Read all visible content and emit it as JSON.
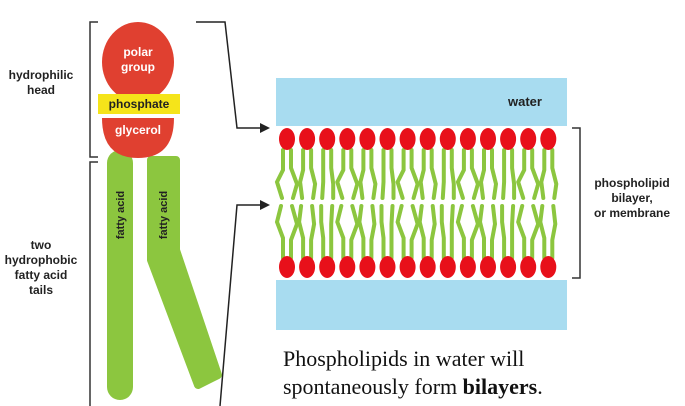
{
  "labels": {
    "hydrophilic_head": [
      "hydrophilic",
      "head"
    ],
    "polar_group": [
      "polar",
      "group"
    ],
    "phosphate": "phosphate",
    "glycerol": "glycerol",
    "fatty_acid_1": "fatty acid",
    "fatty_acid_2": "fatty acid",
    "tails": [
      "two",
      "hydrophobic",
      "fatty acid",
      "tails"
    ],
    "water": "water",
    "bilayer": [
      "phospholipid",
      "bilayer,",
      "or membrane"
    ]
  },
  "caption": {
    "line1": "Phospholipids in water will",
    "line2_prefix": "spontaneously form ",
    "line2_bold": "bilayers",
    "line2_suffix": "."
  },
  "colors": {
    "head_red": "#e04030",
    "phosphate_yellow": "#f5e41a",
    "tail_green": "#8cc63f",
    "water_blue": "#a8dcf0",
    "bead_red": "#e8101a"
  }
}
